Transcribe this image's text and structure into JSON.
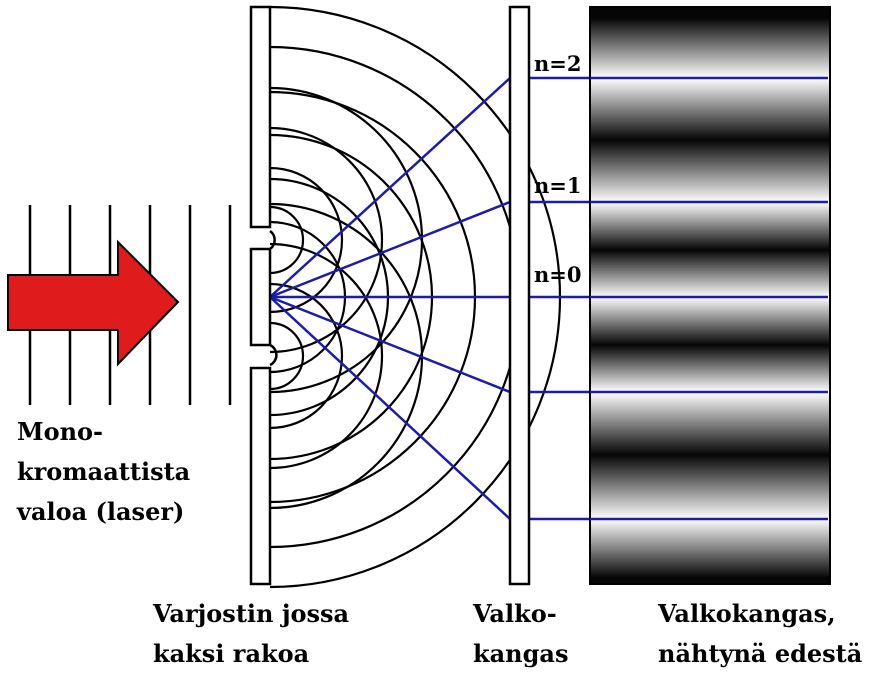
{
  "labels": {
    "source_line1": "Mono-",
    "source_line2": "kromaattista",
    "source_line3": "valoa (laser)",
    "barrier_line1": "Varjostin jossa",
    "barrier_line2": "kaksi rakoa",
    "screen_line1": "Valko-",
    "screen_line2": "kangas",
    "front_line1": "Valkokangas,",
    "front_line2": "nähtynä edestä"
  },
  "orders": [
    "n=2",
    "n=1",
    "n=0"
  ],
  "colors": {
    "arrow": "#e01b1b",
    "ray": "#1c1ca8",
    "ink": "#000000"
  },
  "icons": {
    "laser": "arrow-right-icon"
  }
}
